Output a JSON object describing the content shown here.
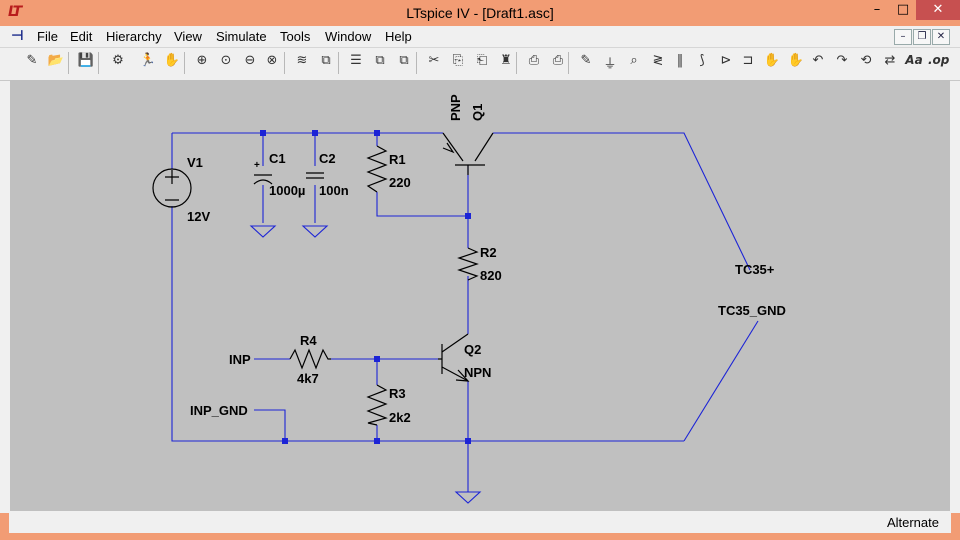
{
  "window": {
    "title": "LTspice IV - [Draft1.asc]",
    "app_icon": "LT",
    "min": "–",
    "max": "□",
    "close": "✕"
  },
  "menu": {
    "items": [
      "File",
      "Edit",
      "Hierarchy",
      "View",
      "Simulate",
      "Tools",
      "Window",
      "Help"
    ]
  },
  "mdi": {
    "logo": "⊣",
    "min": "–",
    "restore": "❐",
    "close": "✕"
  },
  "toolbar": {
    "icons": [
      "new-schematic-icon",
      "open-icon",
      "save-icon",
      "control-panel-icon",
      "run-icon",
      "halt-icon",
      "zoom-in-icon",
      "pan-icon",
      "zoom-out-icon",
      "zoom-fit-icon",
      "autoscale-icon",
      "waveform-icon",
      "tile-horizontal-icon",
      "cascade-icon",
      "tile-vertical-icon",
      "cut-icon",
      "copy-icon",
      "paste-icon",
      "find-icon",
      "print-setup-icon",
      "print-icon",
      "wire-icon",
      "ground-icon",
      "label-net-icon",
      "resistor-icon",
      "capacitor-icon",
      "inductor-icon",
      "diode-icon",
      "component-icon",
      "move-icon",
      "drag-icon",
      "undo-icon",
      "redo-icon",
      "rotate-icon",
      "mirror-icon",
      "text-icon",
      "spice-directive-icon"
    ],
    "glyphs": [
      "✎",
      "📂",
      "💾",
      "⚙",
      "🏃",
      "✋",
      "⊕",
      "⊙",
      "⊖",
      "⊗",
      "≋",
      "⧉",
      "☰",
      "⧉",
      "⧉",
      "✂",
      "⎘",
      "⎗",
      "♜",
      "⎙",
      "⎙",
      "✎",
      "⏚",
      "⌕",
      "≷",
      "‖",
      "⟆",
      "⊳",
      "⊐",
      "✋",
      "✋",
      "↶",
      "↷",
      "⟲",
      "⇄",
      "Aa",
      ".op"
    ],
    "text_label": "Aa",
    "directive_label": ".op"
  },
  "schematic": {
    "V1": {
      "name": "V1",
      "value": "12V"
    },
    "C1": {
      "name": "C1",
      "value": "1000µ",
      "polarity": "+"
    },
    "C2": {
      "name": "C2",
      "value": "100n"
    },
    "R1": {
      "name": "R1",
      "value": "220"
    },
    "R2": {
      "name": "R2",
      "value": "820"
    },
    "R3": {
      "name": "R3",
      "value": "2k2"
    },
    "R4": {
      "name": "R4",
      "value": "4k7"
    },
    "Q1": {
      "name": "Q1",
      "type": "PNP"
    },
    "Q2": {
      "name": "Q2",
      "type": "NPN"
    },
    "labels": {
      "inp": "INP",
      "inp_gnd": "INP_GND",
      "tc35_plus": "TC35+",
      "tc35_gnd": "TC35_GND"
    }
  },
  "status": {
    "text": "Alternate"
  },
  "colors": {
    "title_bar": "#f29c74",
    "canvas": "#c0c0c0",
    "wire": "#1c24d6",
    "node": "#1c24d6"
  }
}
